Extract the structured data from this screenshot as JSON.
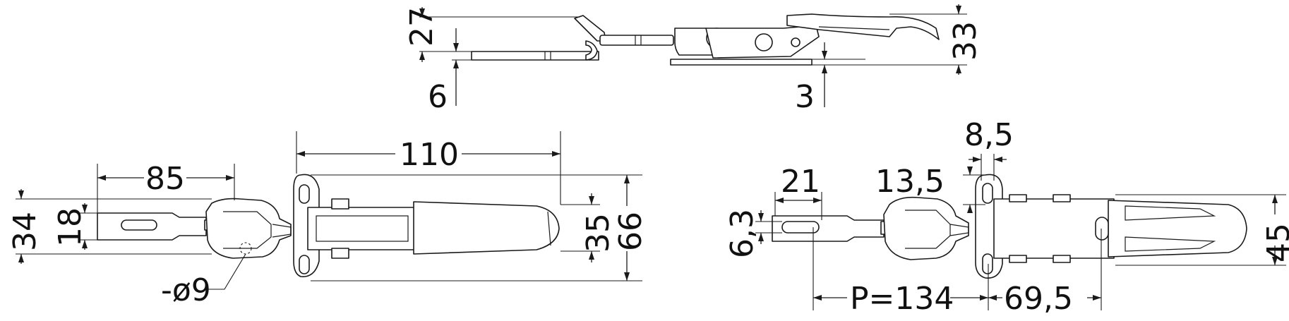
{
  "side_view": {
    "dim_27": "27",
    "dim_33": "33",
    "dim_6": "6",
    "dim_3": "3"
  },
  "top_view_left": {
    "dim_110": "110",
    "dim_85": "85",
    "dim_34": "34",
    "dim_18": "18",
    "dim_35": "35",
    "dim_66": "66",
    "dim_d9": "-ø9"
  },
  "top_view_right": {
    "dim_8_5": "8,5",
    "dim_21": "21",
    "dim_13_5": "13,5",
    "dim_6_3": "6,3",
    "dim_45": "45",
    "dim_p134": "P=134",
    "dim_69_5": "69,5"
  }
}
